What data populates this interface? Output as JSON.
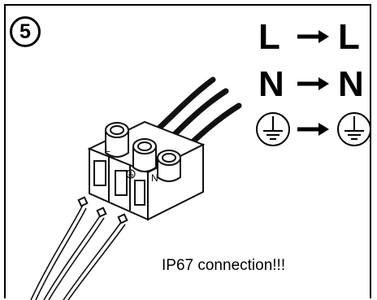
{
  "step": {
    "number": "5"
  },
  "mapping": [
    {
      "from": "L",
      "to": "L"
    },
    {
      "from": "N",
      "to": "N"
    },
    {
      "from": "earth-icon",
      "to": "earth-icon"
    }
  ],
  "connector": {
    "terminal_labels": [
      "L",
      "N"
    ],
    "center_terminal_icon": "earth-icon"
  },
  "caption": "IP67 connection!!!"
}
